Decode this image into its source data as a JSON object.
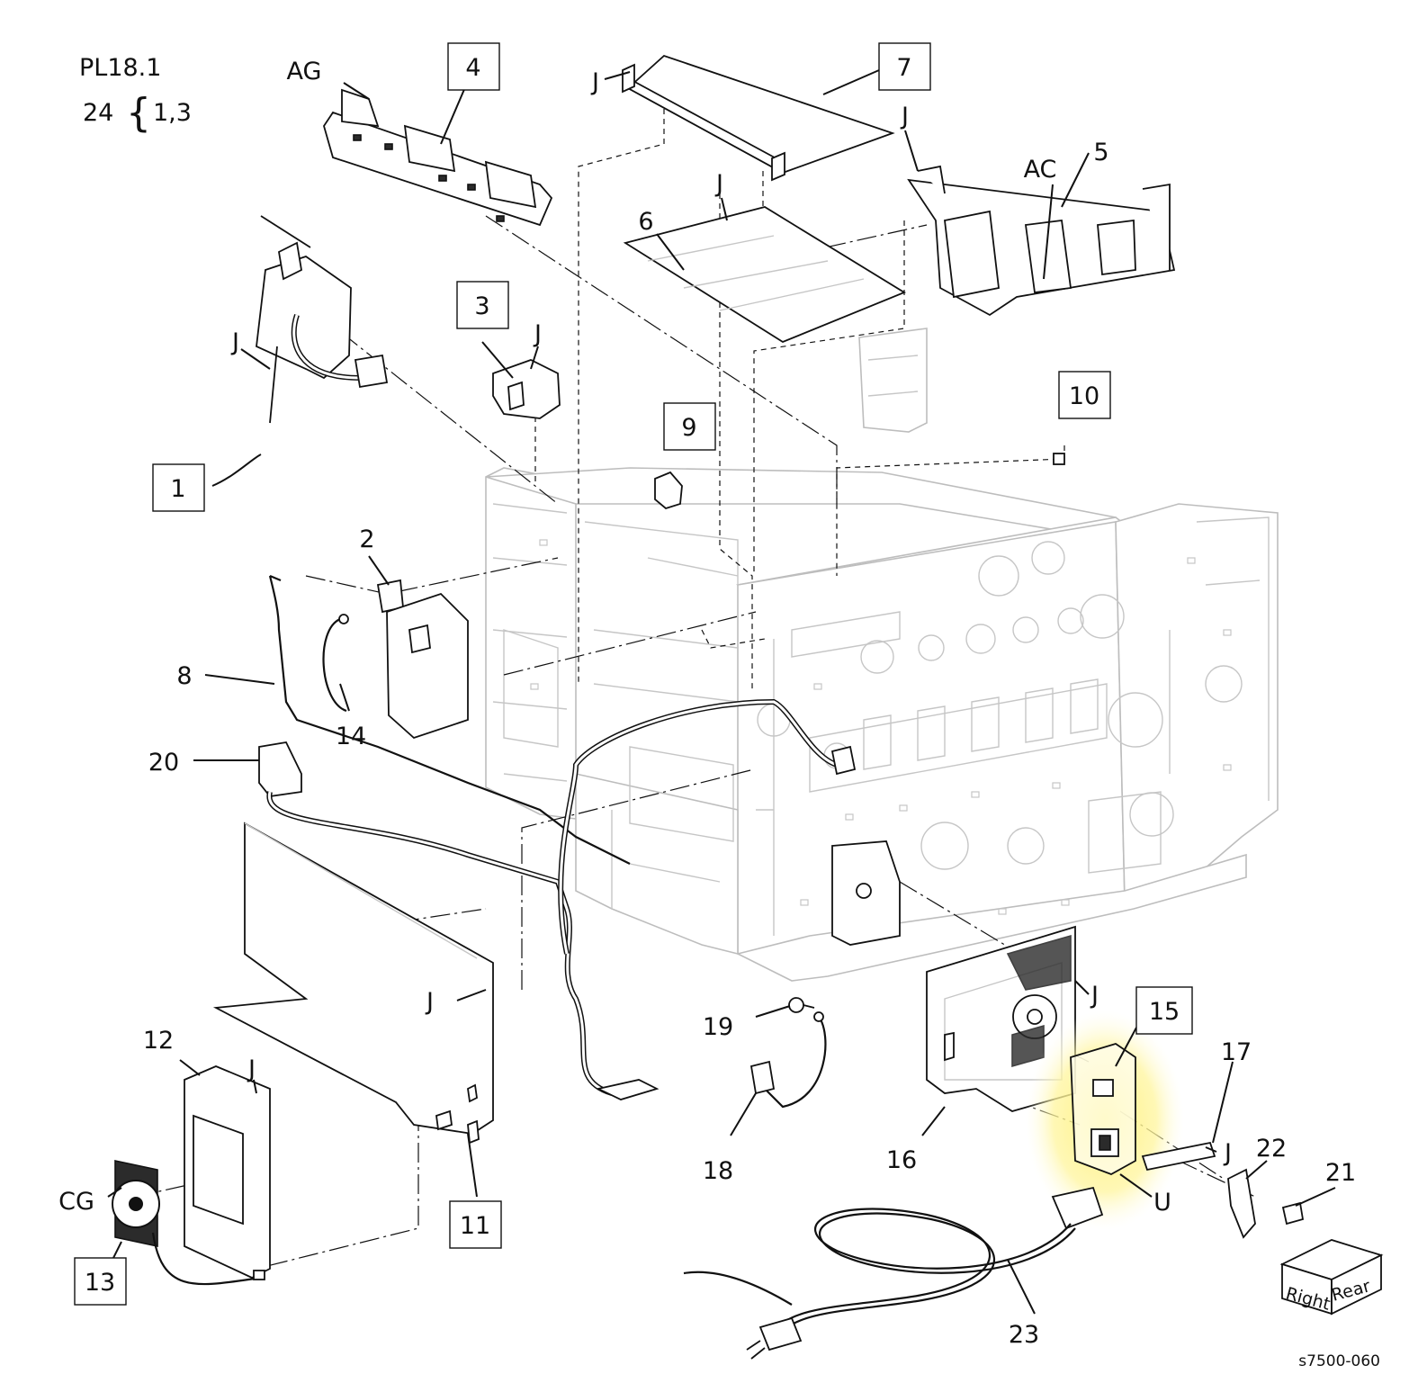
{
  "header": {
    "plate_id": "PL18.1",
    "note_item": "24",
    "note_brace": "{",
    "note_refs": "1,3"
  },
  "boxed_callouts": [
    {
      "id": "c1",
      "label": "1"
    },
    {
      "id": "c3",
      "label": "3"
    },
    {
      "id": "c4",
      "label": "4"
    },
    {
      "id": "c7",
      "label": "7"
    },
    {
      "id": "c9",
      "label": "9"
    },
    {
      "id": "c10",
      "label": "10"
    },
    {
      "id": "c11",
      "label": "11"
    },
    {
      "id": "c13",
      "label": "13"
    },
    {
      "id": "c15",
      "label": "15"
    }
  ],
  "callouts": [
    {
      "id": "c2",
      "label": "2"
    },
    {
      "id": "c5",
      "label": "5"
    },
    {
      "id": "c6",
      "label": "6"
    },
    {
      "id": "c8",
      "label": "8"
    },
    {
      "id": "c12",
      "label": "12"
    },
    {
      "id": "c14",
      "label": "14"
    },
    {
      "id": "c16",
      "label": "16"
    },
    {
      "id": "c17",
      "label": "17"
    },
    {
      "id": "c18",
      "label": "18"
    },
    {
      "id": "c19",
      "label": "19"
    },
    {
      "id": "c20",
      "label": "20"
    },
    {
      "id": "c21",
      "label": "21"
    },
    {
      "id": "c22",
      "label": "22"
    },
    {
      "id": "c23",
      "label": "23"
    },
    {
      "id": "cAG",
      "label": "AG"
    },
    {
      "id": "cAC",
      "label": "AC"
    },
    {
      "id": "cCG",
      "label": "CG"
    },
    {
      "id": "cU",
      "label": "U"
    }
  ],
  "fastener_labels": [
    {
      "id": "j1",
      "label": "J"
    },
    {
      "id": "j2",
      "label": "J"
    },
    {
      "id": "j3",
      "label": "J"
    },
    {
      "id": "j4",
      "label": "J"
    },
    {
      "id": "j5",
      "label": "J"
    },
    {
      "id": "j6",
      "label": "J"
    },
    {
      "id": "j7",
      "label": "J"
    },
    {
      "id": "j8",
      "label": "J"
    },
    {
      "id": "j9",
      "label": "J"
    }
  ],
  "orientation_cube": {
    "face_left": "Right",
    "face_right": "Rear"
  },
  "figure_id": "s7500-060",
  "colors": {
    "highlight": "#fff176",
    "line": "#111111",
    "frame": "#bdbdbd"
  }
}
